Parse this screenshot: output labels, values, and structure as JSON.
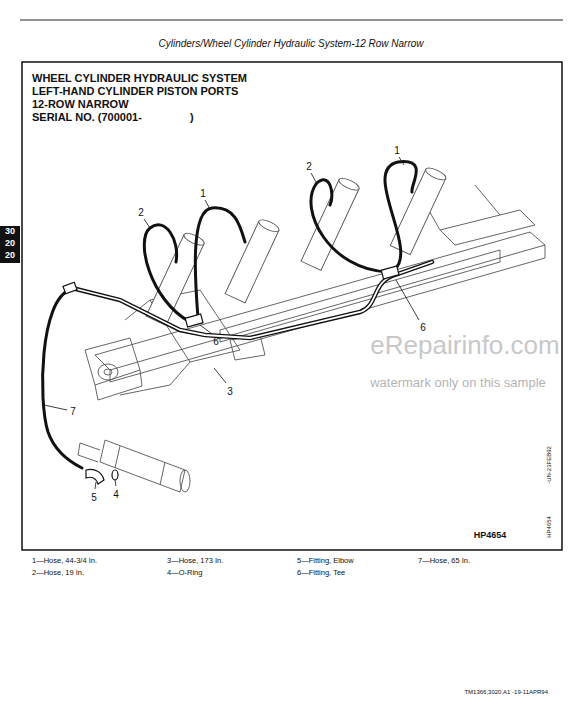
{
  "diagram": {
    "title": "WHEEL CYLINDER HYDRAULIC SYSTEM",
    "labels": [
      "Cylinders/Wheel Cylinder Hydraulic System-12 Row Narrow",
      "LEFT-HAND CYLINDER PISTON PORTS",
      "12-ROW NARROW",
      "SERIAL NO. (700001-",
      ")",
      "30",
      "20",
      "20",
      "1",
      "2",
      "2",
      "1",
      "6",
      "6",
      "3",
      "7",
      "5",
      "4",
      "eRepairinfo.com",
      "watermark only on this sample",
      "-UN-23FEB92",
      "HP4654",
      "HP4654",
      "1—Hose, 44-3/4 In.",
      "2—Hose, 19 In.",
      "3—Hose, 173 In.",
      "4—O-Ring",
      "5—Fitting, Elbow",
      "6—Fitting, Tee",
      "7—Hose, 65 In.",
      "TM1366,3020,A1 -19-11APR94"
    ]
  }
}
